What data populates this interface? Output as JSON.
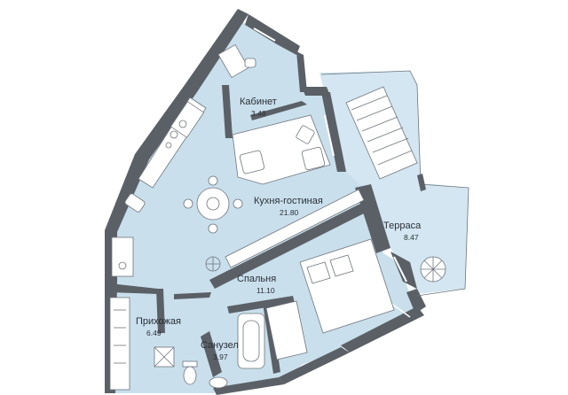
{
  "floor_plan": {
    "colors": {
      "floor": "#c9dfec",
      "terrace": "#d3e6f1",
      "wall": "#5b6067",
      "text": "#2a2f36"
    },
    "rooms": [
      {
        "id": "office",
        "label": "Кабинет",
        "area": "3.48"
      },
      {
        "id": "kitchen",
        "label": "Кухня-гостиная",
        "area": "21.80"
      },
      {
        "id": "terrace",
        "label": "Терраса",
        "area": "8.47"
      },
      {
        "id": "bedroom",
        "label": "Спальня",
        "area": "11.10"
      },
      {
        "id": "hallway",
        "label": "Прихожая",
        "area": "6.49"
      },
      {
        "id": "bathroom",
        "label": "Санузел",
        "area": "3.97"
      }
    ],
    "furniture_icons": [
      "desk-icon",
      "sofa-icon",
      "dining-table-icon",
      "kitchen-counter-icon",
      "stove-icon",
      "sink-icon",
      "bed-icon",
      "bathtub-icon",
      "toilet-icon",
      "washbasin-icon",
      "wardrobe-icon",
      "deck-chair-icon",
      "plant-icon"
    ]
  }
}
